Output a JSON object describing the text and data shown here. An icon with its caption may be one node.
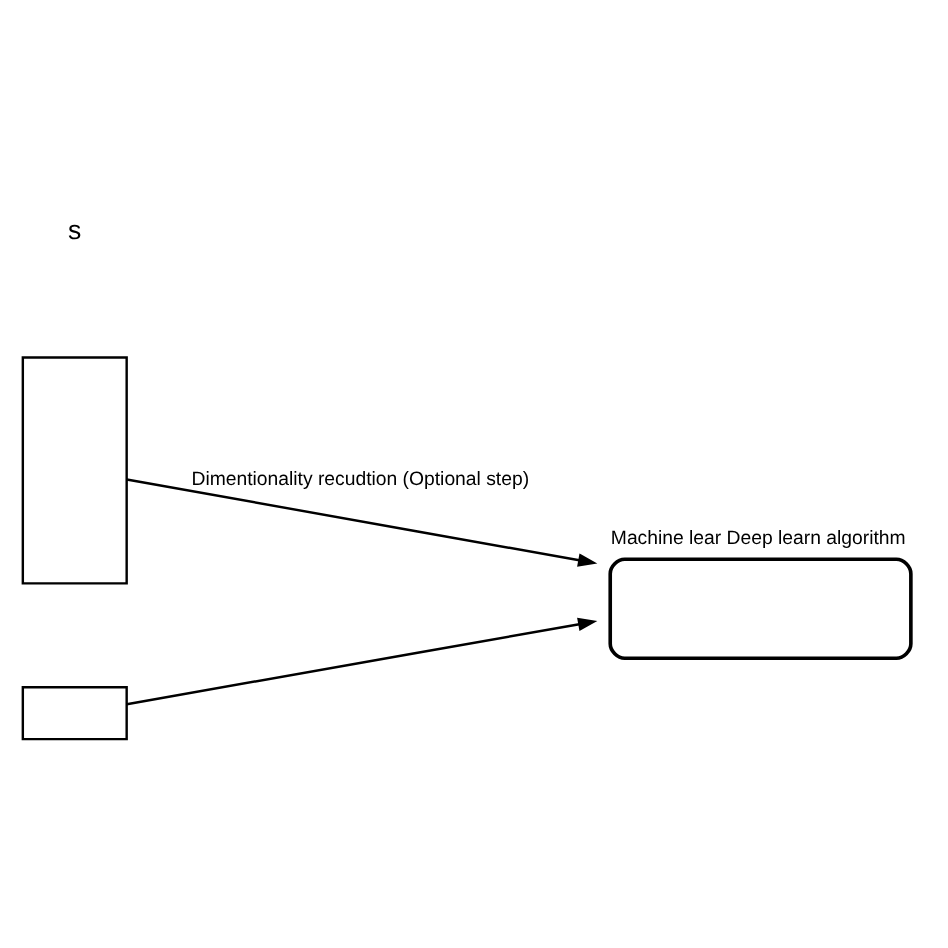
{
  "diagram": {
    "nodes": [
      {
        "text": [],
        "shape": "box"
      },
      {
        "text": [],
        "shape": "box"
      },
      {
        "text": [],
        "shape": "computer",
        "beside": [
          "Machine lear Deep learn algorithm"
        ]
      }
    ],
    "edges": [
      {
        "from": 0,
        "to": 2,
        "arrow": "to",
        "label": "Dimentionality recudtion (Optional step)"
      },
      {
        "from": 1,
        "to": 2,
        "arrow": "to"
      }
    ],
    "labels": [
      "s"
    ]
  }
}
